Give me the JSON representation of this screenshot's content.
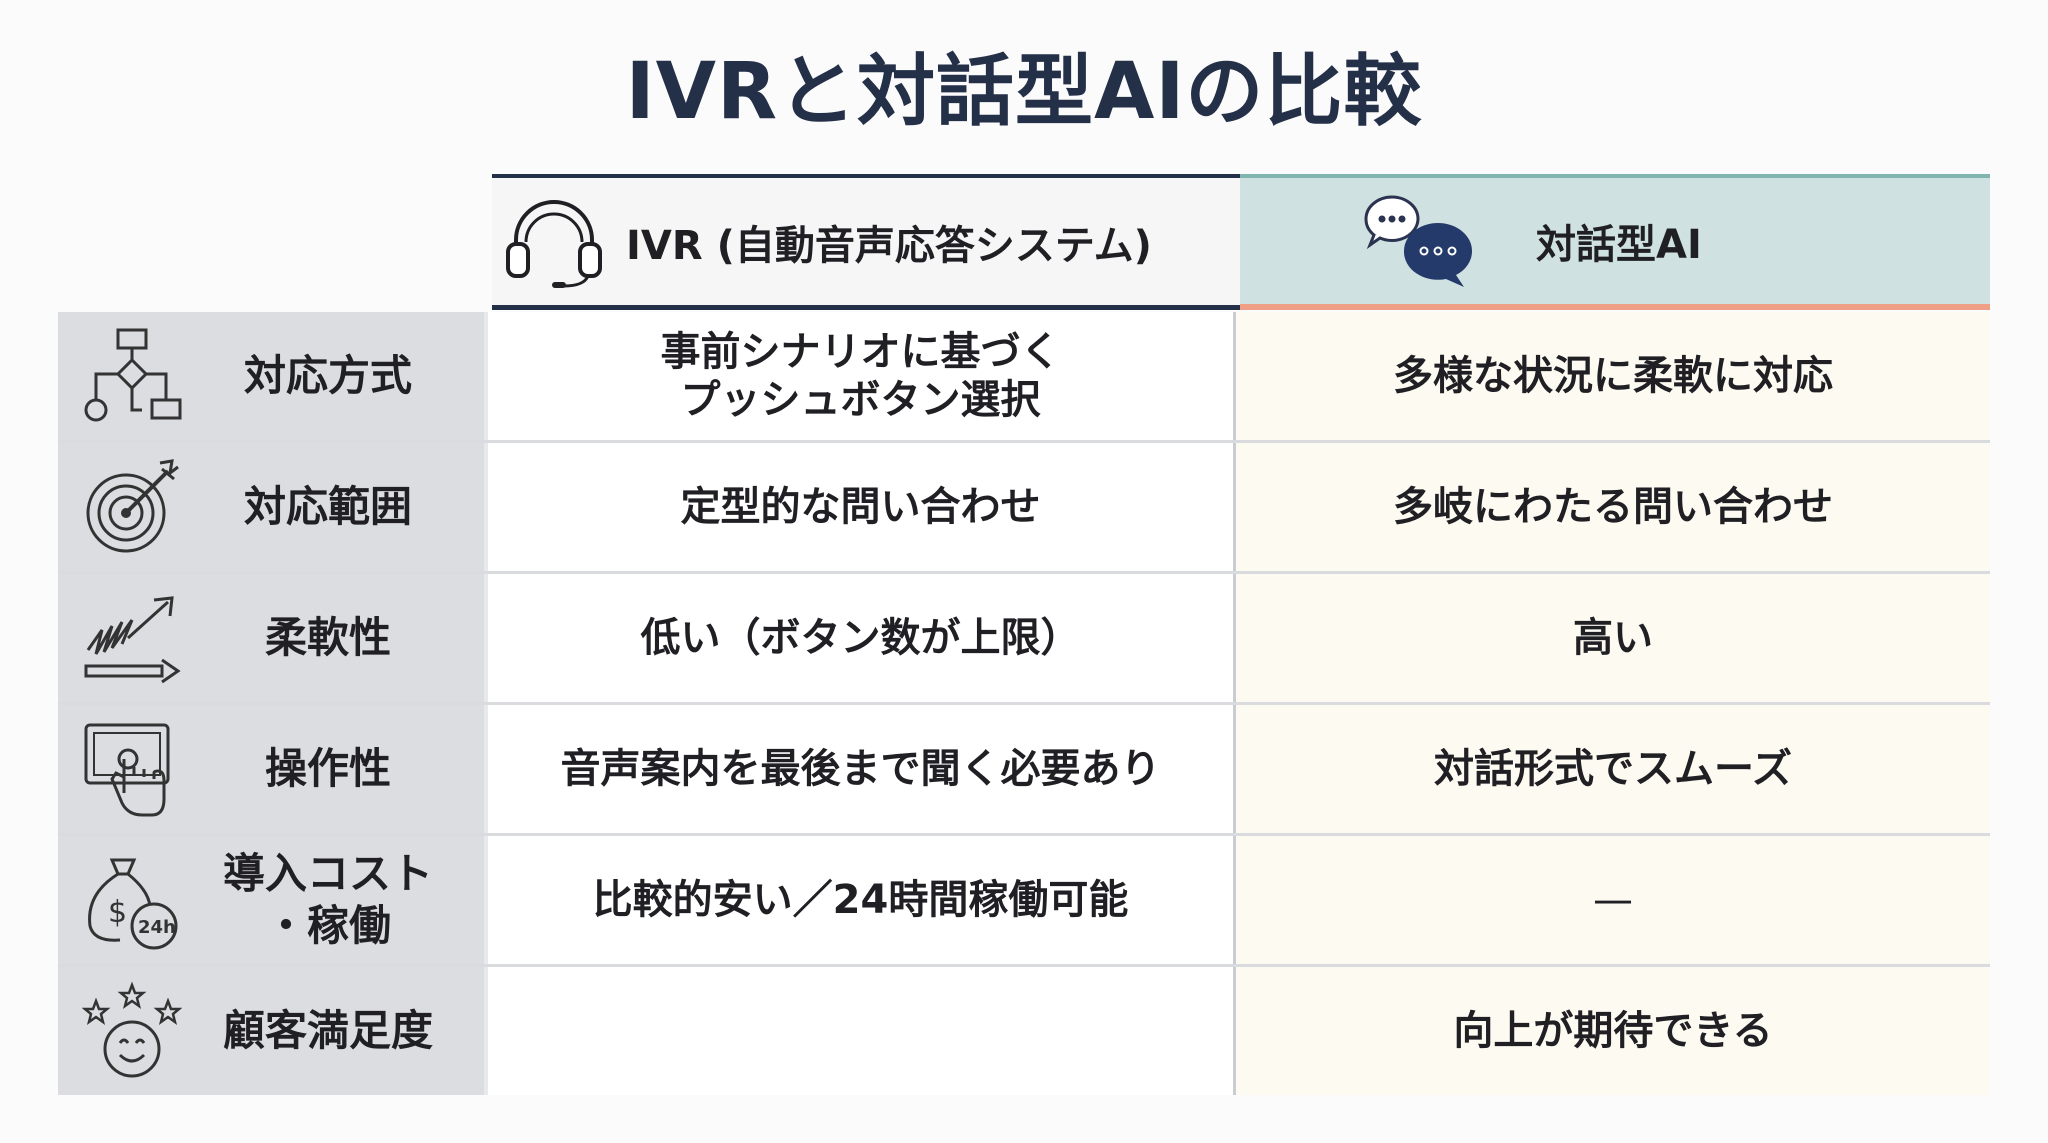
{
  "title": "IVRと対話型AIの比較",
  "header": {
    "ivr_label": "IVR (自動音声応答システム)",
    "ivr_icon": "headset-icon",
    "ai_label": "対話型AI",
    "ai_icon": "chat-bubbles-icon"
  },
  "rows": [
    {
      "label": "対応方式",
      "icon": "flowchart-icon",
      "ivr": "事前シナリオに基づく\nプッシュボタン選択",
      "ai": "多様な状況に柔軟に対応"
    },
    {
      "label": "対応範囲",
      "icon": "target-icon",
      "ivr": "定型的な問い合わせ",
      "ai": "多岐にわたる問い合わせ"
    },
    {
      "label": "柔軟性",
      "icon": "spring-arrow-icon",
      "ivr": "低い（ボタン数が上限）",
      "ai": "高い"
    },
    {
      "label": "操作性",
      "icon": "touch-screen-icon",
      "ivr": "音声案内を最後まで聞く必要あり",
      "ai": "対話形式でスムーズ"
    },
    {
      "label": "導入コスト\n・稼働",
      "icon": "money-bag-24h-icon",
      "ivr": "比較的安い／24時間稼働可能",
      "ai": "—"
    },
    {
      "label": "顧客満足度",
      "icon": "smiley-stars-icon",
      "ivr": "",
      "ai": "向上が期待できる"
    }
  ],
  "colors": {
    "title": "#243047",
    "label_bg": "#dcdde0",
    "ivr_header_bg": "#f6f6f7",
    "ai_header_bg": "#cfe1e0",
    "ai_header_accent": "#ef9f86",
    "ai_cell_bg": "#fdfaf1"
  }
}
